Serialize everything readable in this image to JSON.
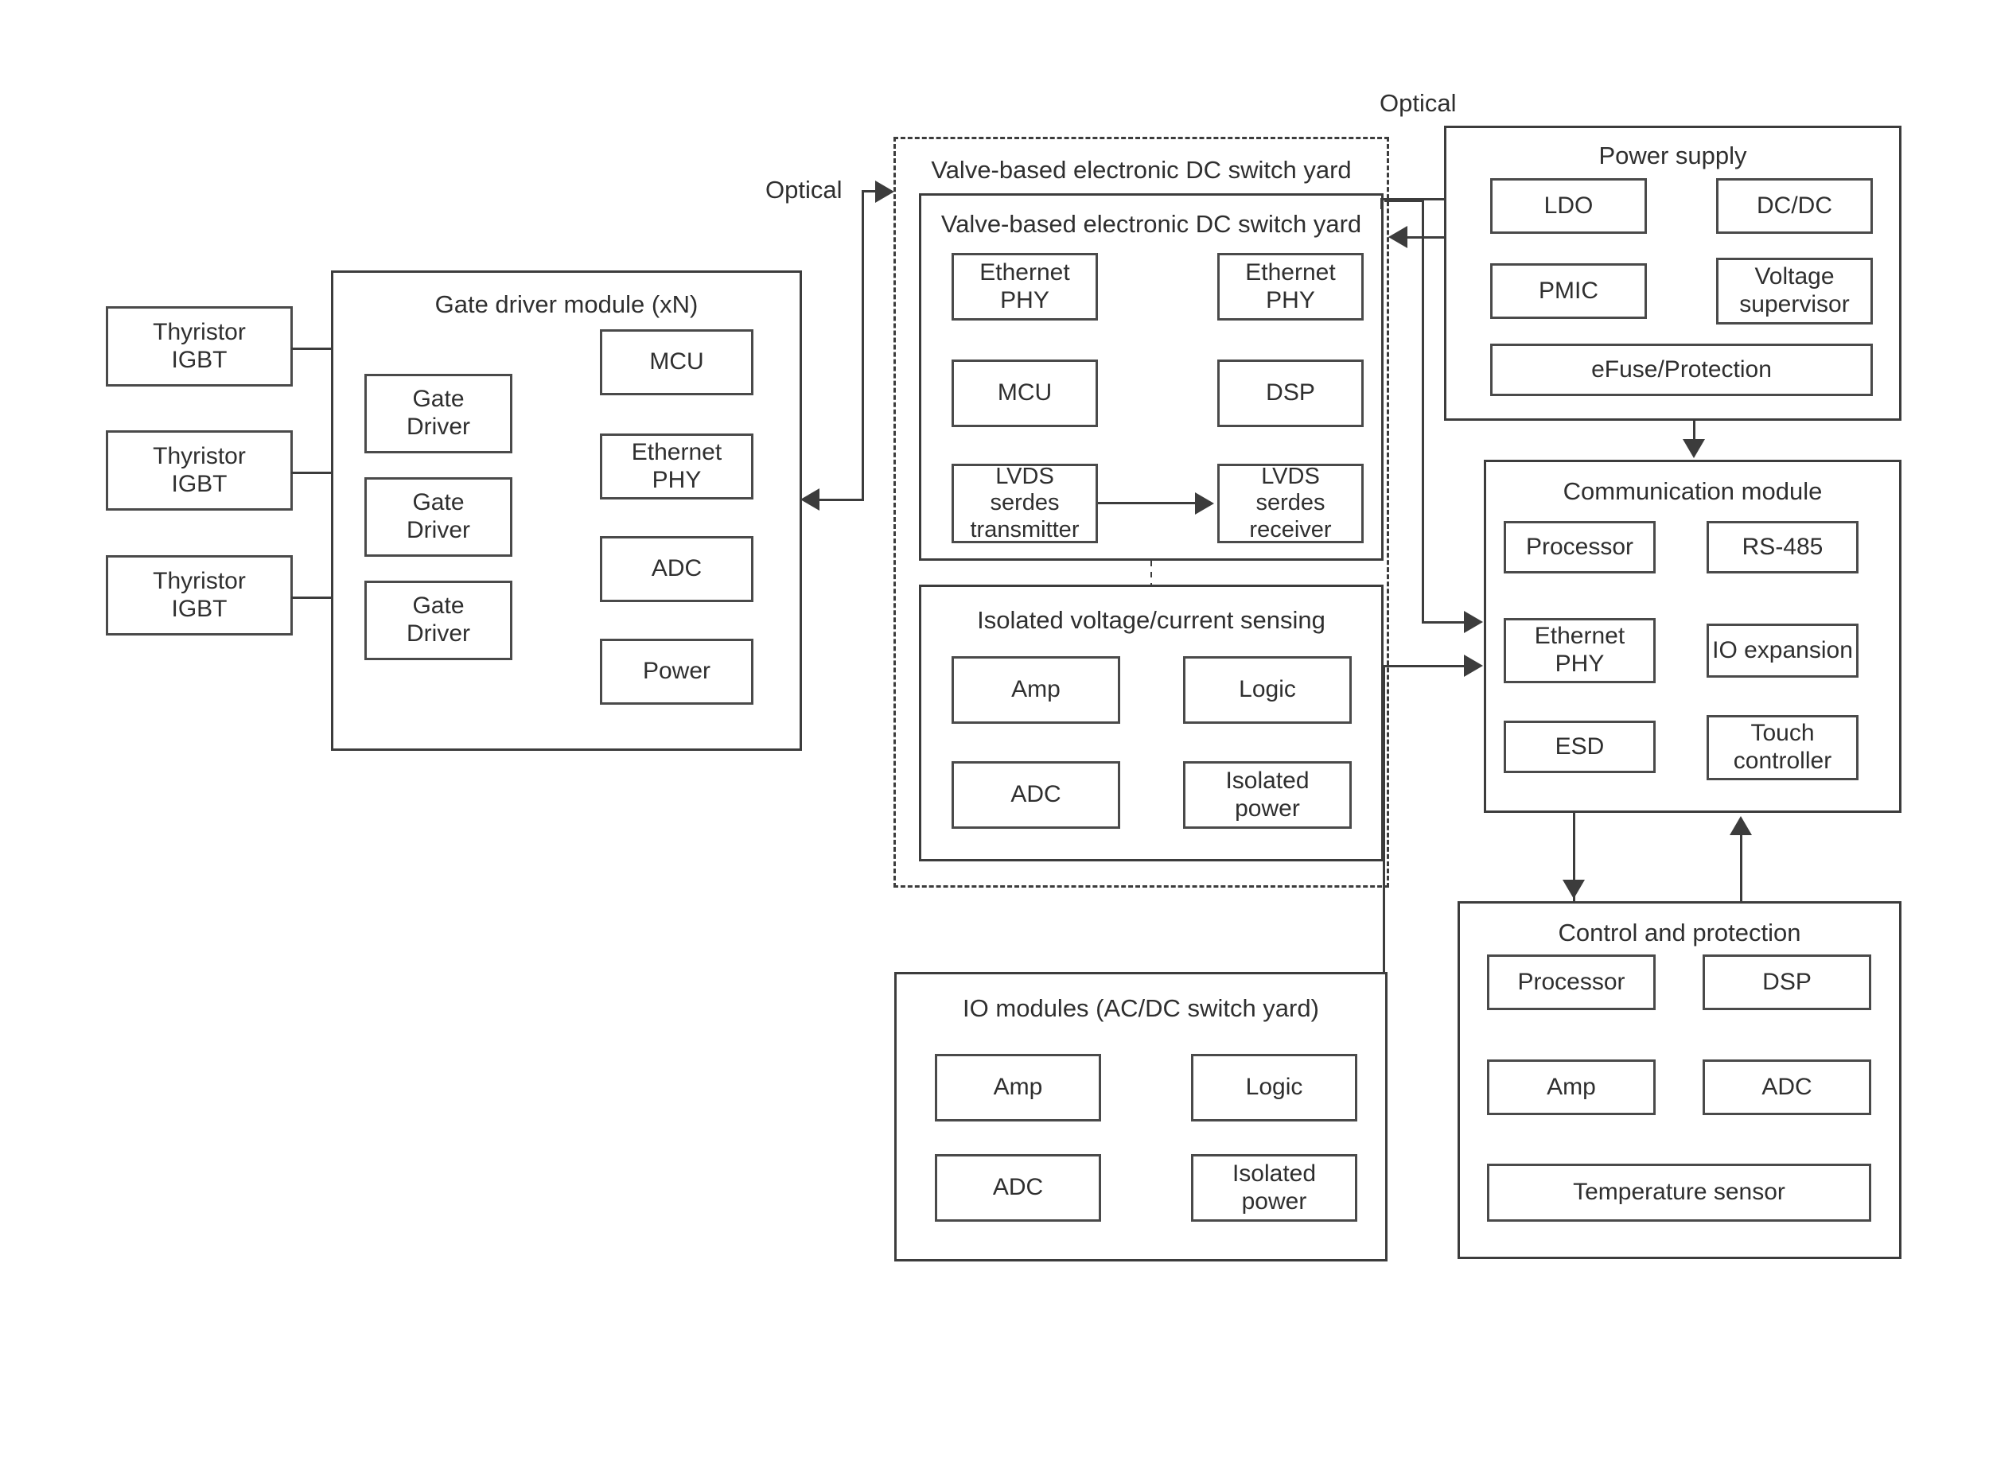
{
  "diagram": {
    "title_visible": false,
    "labels": {
      "optical_left": "Optical",
      "optical_top": "Optical"
    },
    "devices": [
      {
        "label": "Thyristor\nIGBT",
        "line1": "Thyristor",
        "line2": "IGBT"
      },
      {
        "label": "Thyristor\nIGBT",
        "line1": "Thyristor",
        "line2": "IGBT"
      },
      {
        "label": "Thyristor\nIGBT",
        "line1": "Thyristor",
        "line2": "IGBT"
      }
    ],
    "gate_driver_module": {
      "title": "Gate driver module (xN)",
      "left_column": [
        {
          "line1": "Gate",
          "line2": "Driver"
        },
        {
          "line1": "Gate",
          "line2": "Driver"
        },
        {
          "line1": "Gate",
          "line2": "Driver"
        }
      ],
      "right_column": [
        {
          "line1": "MCU",
          "line2": ""
        },
        {
          "line1": "Ethernet",
          "line2": "PHY"
        },
        {
          "line1": "ADC",
          "line2": ""
        },
        {
          "line1": "Power",
          "line2": ""
        }
      ]
    },
    "valve_yard_outer": {
      "title": "Valve-based electronic DC switch yard",
      "border": "dashed"
    },
    "valve_yard_inner": {
      "title": "Valve-based electronic DC switch yard",
      "items": [
        {
          "line1": "Ethernet",
          "line2": "PHY"
        },
        {
          "line1": "Ethernet",
          "line2": "PHY"
        },
        {
          "line1": "MCU",
          "line2": ""
        },
        {
          "line1": "DSP",
          "line2": ""
        },
        {
          "line1": "LVDS",
          "line2": "serdes",
          "line3": "transmitter"
        },
        {
          "line1": "LVDS",
          "line2": "serdes",
          "line3": "receiver"
        }
      ]
    },
    "isolated_sensing": {
      "title": "Isolated voltage/current sensing",
      "items": [
        {
          "line1": "Amp",
          "line2": ""
        },
        {
          "line1": "Logic",
          "line2": ""
        },
        {
          "line1": "ADC",
          "line2": ""
        },
        {
          "line1": "Isolated",
          "line2": "power"
        }
      ]
    },
    "io_modules": {
      "title": "IO modules (AC/DC switch yard)",
      "items": [
        {
          "line1": "Amp",
          "line2": ""
        },
        {
          "line1": "Logic",
          "line2": ""
        },
        {
          "line1": "ADC",
          "line2": ""
        },
        {
          "line1": "Isolated",
          "line2": "power"
        }
      ]
    },
    "power_supply": {
      "title": "Power supply",
      "items": [
        {
          "line1": "LDO",
          "line2": ""
        },
        {
          "line1": "DC/DC",
          "line2": ""
        },
        {
          "line1": "PMIC",
          "line2": ""
        },
        {
          "line1": "Voltage",
          "line2": "supervisor"
        },
        {
          "line1": "eFuse/Protection",
          "line2": ""
        }
      ]
    },
    "communication_module": {
      "title": "Communication module",
      "items": [
        {
          "line1": "Processor",
          "line2": ""
        },
        {
          "line1": "RS-485",
          "line2": ""
        },
        {
          "line1": "Ethernet",
          "line2": "PHY"
        },
        {
          "line1": "IO expansion",
          "line2": ""
        },
        {
          "line1": "ESD",
          "line2": ""
        },
        {
          "line1": "Touch",
          "line2": "controller"
        }
      ]
    },
    "control_protection": {
      "title": "Control and protection",
      "items": [
        {
          "line1": "Processor",
          "line2": ""
        },
        {
          "line1": "DSP",
          "line2": ""
        },
        {
          "line1": "Amp",
          "line2": ""
        },
        {
          "line1": "ADC",
          "line2": ""
        },
        {
          "line1": "Temperature sensor",
          "line2": ""
        }
      ]
    },
    "colors": {
      "stroke": "#3c3c3c",
      "leaf_stroke": "#4a4a4a",
      "text": "#2f2f2f",
      "background": "#ffffff"
    }
  }
}
